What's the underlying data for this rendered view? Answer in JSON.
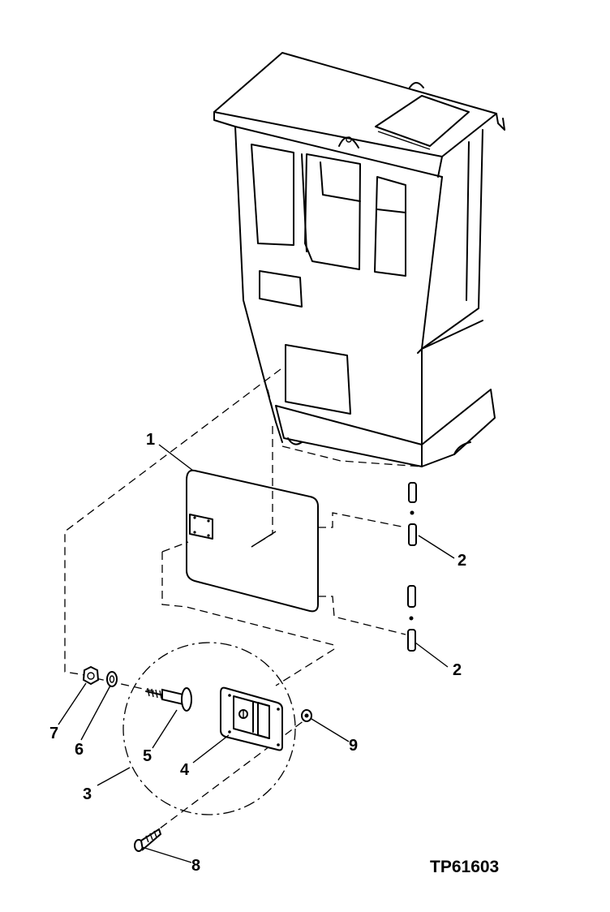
{
  "figure_id": "TP61603",
  "callouts": [
    "1",
    "2",
    "2",
    "3",
    "4",
    "5",
    "6",
    "7",
    "8",
    "9"
  ]
}
